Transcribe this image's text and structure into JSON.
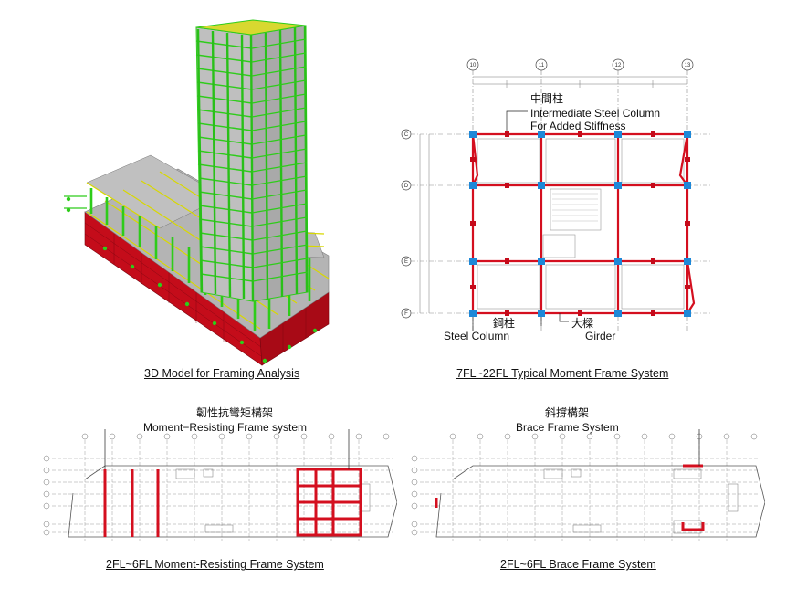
{
  "colors": {
    "steel_green": "#33cc22",
    "concrete_red": "#cc0e1e",
    "slab_gray": "#a8a8a8",
    "column_blue": "#1e88d8",
    "frame_red": "#d40f1f"
  },
  "panels": {
    "model3d": {
      "caption": "3D Model for Framing Analysis"
    },
    "typical": {
      "caption": "7FL~22FL Typical  Moment Frame System",
      "grid_cols": [
        "10",
        "11",
        "12",
        "13"
      ],
      "grid_rows": [
        "C",
        "D",
        "E",
        "F"
      ],
      "label_intermediate_zh": "中間柱",
      "label_intermediate_en1": "Intermediate  Steel  Column",
      "label_intermediate_en2": "For Added Stiffness",
      "label_column_zh": "鋼柱",
      "label_column_en": "Steel  Column",
      "label_girder_zh": "大樑",
      "label_girder_en": "Girder"
    },
    "mrf": {
      "caption": "2FL~6FL  Moment-Resisting Frame System",
      "label_zh": "韌性抗彎矩構架",
      "label_en": "Moment−Resisting  Frame  system"
    },
    "brace": {
      "caption": "2FL~6FL  Brace Frame System",
      "label_zh": "斜撐構架",
      "label_en": "Brace Frame System"
    }
  }
}
